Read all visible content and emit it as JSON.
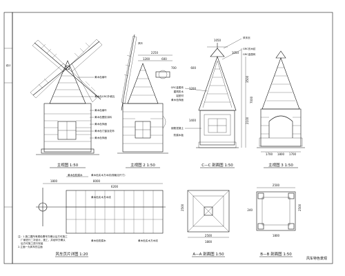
{
  "sheet": {
    "title_block_text": "风车特色景观",
    "left_strip_text": "设计"
  },
  "views": {
    "front": "主视图 1:50",
    "front2": "主视图 2 1:50",
    "section_cc": "C—C 剖面图 1:50",
    "front3": "主视图 3 1:50",
    "blade_detail": "风车页片详图 1:20",
    "section_aa": "A—A 剖面图 1:50",
    "section_bb": "B—B 剖面图 1:50"
  },
  "callouts": {
    "front": [
      "黄木色扇叶",
      "黄木色GRC外墙瓦",
      "黄木色扇叶",
      "黄木色塑胶涂料",
      "黄木色饰面",
      "黄木色门窗及花饰",
      "黄木色饰面"
    ],
    "front2": [
      "风叶"
    ],
    "section_cc": [
      "风车页",
      "GRC仿木纹",
      "GRC金属砖",
      "GRC金属砖",
      "建筑防水",
      "铝型材",
      "黄木色饰面",
      "钢筋混凝土",
      "防腐木板"
    ],
    "blade": [
      "黄木色防腐木",
      "黄木色实木方木线(规格见尺寸)",
      "黄木色实木方木线",
      "黄木色防腐木",
      "黄木色实木方木线"
    ]
  },
  "dimensions": {
    "front2": [
      "2250",
      "1200",
      "600",
      "700"
    ],
    "section_cc": [
      "1050",
      "3500",
      "2100",
      "7000",
      "600",
      "1200",
      "1400",
      "1050"
    ],
    "front3": [
      "1700",
      "1800",
      "1700"
    ],
    "section_aa": [
      "2500",
      "1800",
      "2500"
    ],
    "section_bb": [
      "2500",
      "1800",
      "2500",
      "240"
    ],
    "blade": [
      "8000",
      "1800",
      "6200"
    ]
  },
  "notes": {
    "line1": "注：1.施工图所有颜色需甲方确认后方可施工",
    "line2": "厂家进行二次设计，施工，并经甲方确认",
    "line3": "后方可施工进行安装",
    "line4": "2.立面一为风车的主面"
  }
}
